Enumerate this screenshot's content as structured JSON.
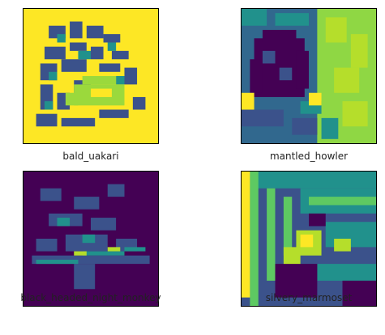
{
  "figure": {
    "panels": [
      {
        "label": "bald_uakari",
        "cmap": "viridis",
        "base": "#fde725",
        "dark": "#2c3e77"
      },
      {
        "label": "mantled_howler",
        "cmap": "viridis",
        "base": "#3b5998",
        "dark": "#440154"
      },
      {
        "label": "black_headed_night_monkey",
        "cmap": "viridis",
        "base": "#440154",
        "dark": "#2a2a6e"
      },
      {
        "label": "silvery_marmoset",
        "cmap": "viridis",
        "base": "#26828e",
        "dark": "#440154"
      }
    ]
  }
}
